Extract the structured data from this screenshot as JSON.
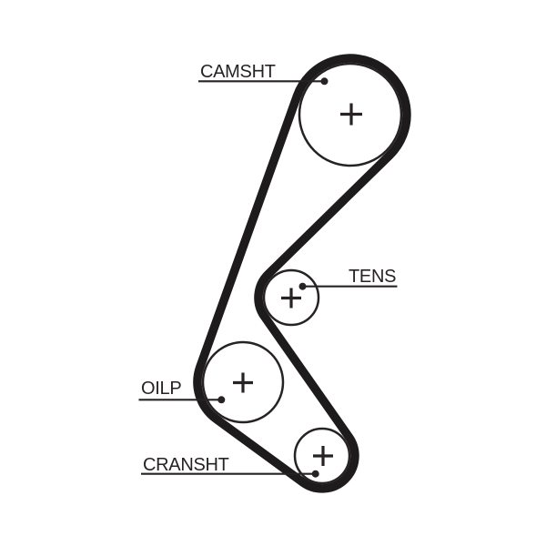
{
  "diagram": {
    "kind": "timing-belt-routing-diagram",
    "background_color": "#ffffff",
    "belt_color": "#1d1b1c",
    "line_color": "#272223",
    "text_color": "#272223",
    "pulleys": [
      {
        "id": "camshaft",
        "label": "CAMSHT",
        "center_icon": "plus-cross"
      },
      {
        "id": "tensioner",
        "label": "TENS",
        "center_icon": "plus-cross"
      },
      {
        "id": "oil_pump",
        "label": "OILP",
        "center_icon": "plus-cross"
      },
      {
        "id": "crankshaft",
        "label": "CRANSHT",
        "center_icon": "plus-cross"
      }
    ]
  }
}
